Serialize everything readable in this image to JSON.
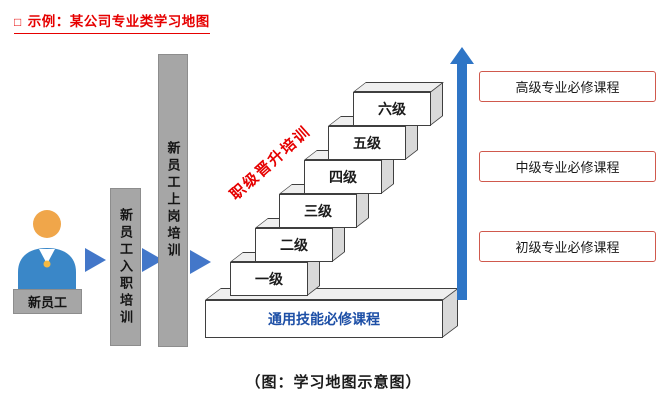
{
  "title": {
    "bullet": "□",
    "text": "示例：某公司专业类学习地图"
  },
  "person": {
    "label": "新员工"
  },
  "pipeline": {
    "stage1_label": "新员工入职培训",
    "stage2_label": "新员工上岗培训"
  },
  "staircase": {
    "promotion_label": "职级晋升培训",
    "levels": [
      "一级",
      "二级",
      "三级",
      "四级",
      "五级",
      "六级"
    ],
    "base_label": "通用技能必修课程"
  },
  "course_boxes": [
    {
      "label": "高级专业必修课程"
    },
    {
      "label": "中级专业必修课程"
    },
    {
      "label": "初级专业必修课程"
    }
  ],
  "caption": "（图：学习地图示意图）",
  "icons": {
    "person": "person-icon",
    "flow_arrow": "right-triangle-arrow",
    "growth_arrow": "up-arrow"
  },
  "colors": {
    "accent_red": "#e60000",
    "flow_arrow_blue": "#4377c9",
    "growth_arrow_blue": "#2e75c6",
    "gray_box": "#a6a6a6",
    "base_text_blue": "#1d4fa6",
    "course_border_red": "#d0594d"
  }
}
